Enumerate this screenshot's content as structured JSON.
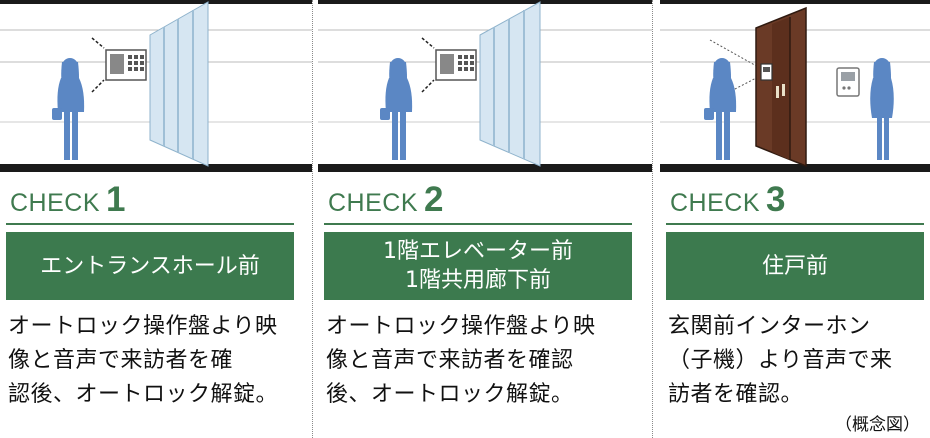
{
  "colors": {
    "accent_green": "#3c7a4e",
    "figure_blue": "#5b87c4",
    "door_brown": "#5c2f1d",
    "glass_blue": "#d6e6f2",
    "floor_black": "#1a1a1a"
  },
  "checks": [
    {
      "word": "CHECK",
      "number": "1",
      "location_lines": [
        "エントランスホール前"
      ],
      "description": "オートロック操作盤より映\n像と音声で来訪者を確\n認後、オートロック解錠。"
    },
    {
      "word": "CHECK",
      "number": "2",
      "location_lines": [
        "1階エレベーター前",
        "1階共用廊下前"
      ],
      "description": "オートロック操作盤より映\n像と音声で来訪者を確認\n後、オートロック解錠。"
    },
    {
      "word": "CHECK",
      "number": "3",
      "location_lines": [
        "住戸前"
      ],
      "description": "玄関前インターホン\n（子機）より音声で来\n訪者を確認。"
    }
  ],
  "note": "（概念図）"
}
